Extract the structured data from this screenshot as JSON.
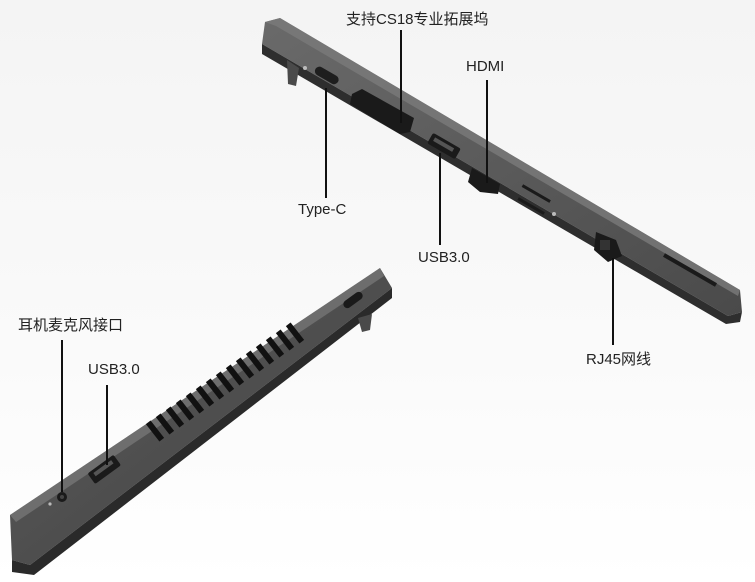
{
  "labels": {
    "dock": "支持CS18专业拓展坞",
    "hdmi": "HDMI",
    "typec": "Type-C",
    "usb3_top": "USB3.0",
    "rj45": "RJ45网线",
    "headphone": "耳机麦克风接口",
    "usb3_bottom": "USB3.0"
  },
  "icons": {
    "typec_port": "typec-port-icon",
    "dock_port": "dock-port-icon",
    "usb_port": "usb-port-icon",
    "hdmi_port": "hdmi-port-icon",
    "sd_slot": "sd-slot-icon",
    "rj45_port": "rj45-port-icon",
    "audio_jack": "audio-jack-icon",
    "vent_grille": "vent-grille-icon",
    "kensington_lock": "lock-slot-icon"
  }
}
